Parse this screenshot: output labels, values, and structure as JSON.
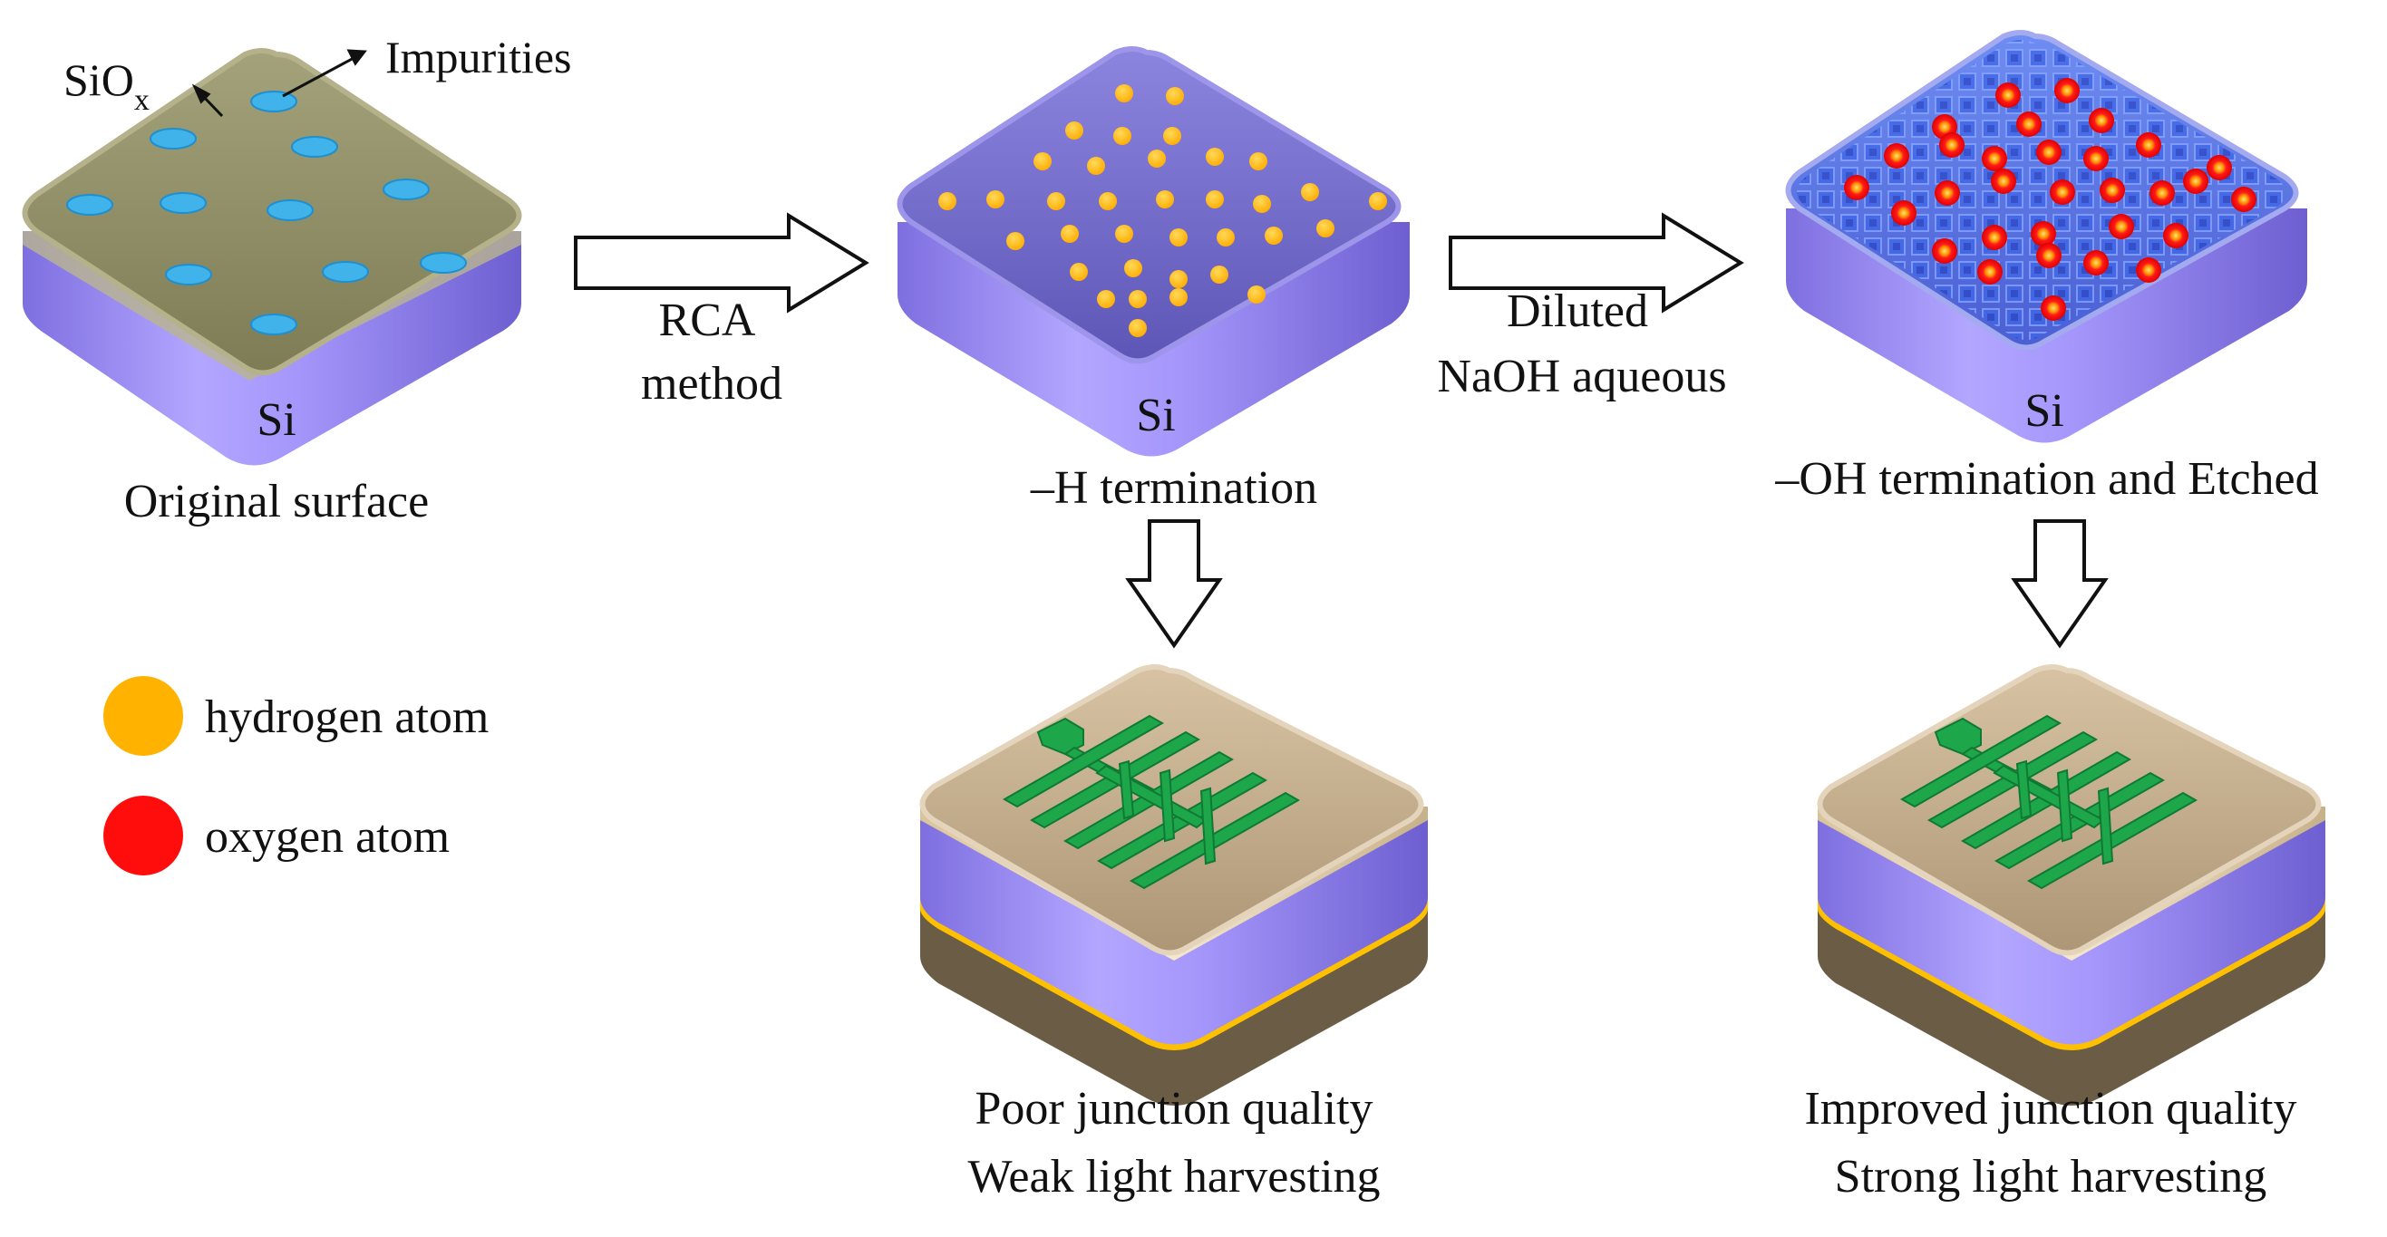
{
  "labels": {
    "siox_main": "SiO",
    "siox_sub": "x",
    "impurities": "Impurities",
    "si_1": "Si",
    "si_2": "Si",
    "si_3": "Si",
    "original_surface": "Original surface",
    "rca_line1": "RCA",
    "rca_line2": "method",
    "h_termination": "–H termination",
    "naoh_line1": "Diluted",
    "naoh_line2": "NaOH aqueous",
    "oh_termination": "–OH termination and Etched",
    "poor_line1": "Poor junction quality",
    "poor_line2": "Weak light harvesting",
    "improved_line1": "Improved junction quality",
    "improved_line2": "Strong light harvesting"
  },
  "legend": {
    "hydrogen": "hydrogen atom",
    "oxygen": "oxygen atom"
  },
  "colors": {
    "silicon_side": "#9b89f0",
    "silicon_top": "#6f67c9",
    "oxide_top": "#8f8d62",
    "impurity": "#3fb3ea",
    "hydrogen": "#ffb300",
    "oxygen": "#ff1a1a",
    "etch_pits": "#3f6be8",
    "electrode": "#1ea64a",
    "device_top": "#c3ad8c",
    "gold_layer": "#ffc000",
    "back_layer": "#6b5d45"
  }
}
